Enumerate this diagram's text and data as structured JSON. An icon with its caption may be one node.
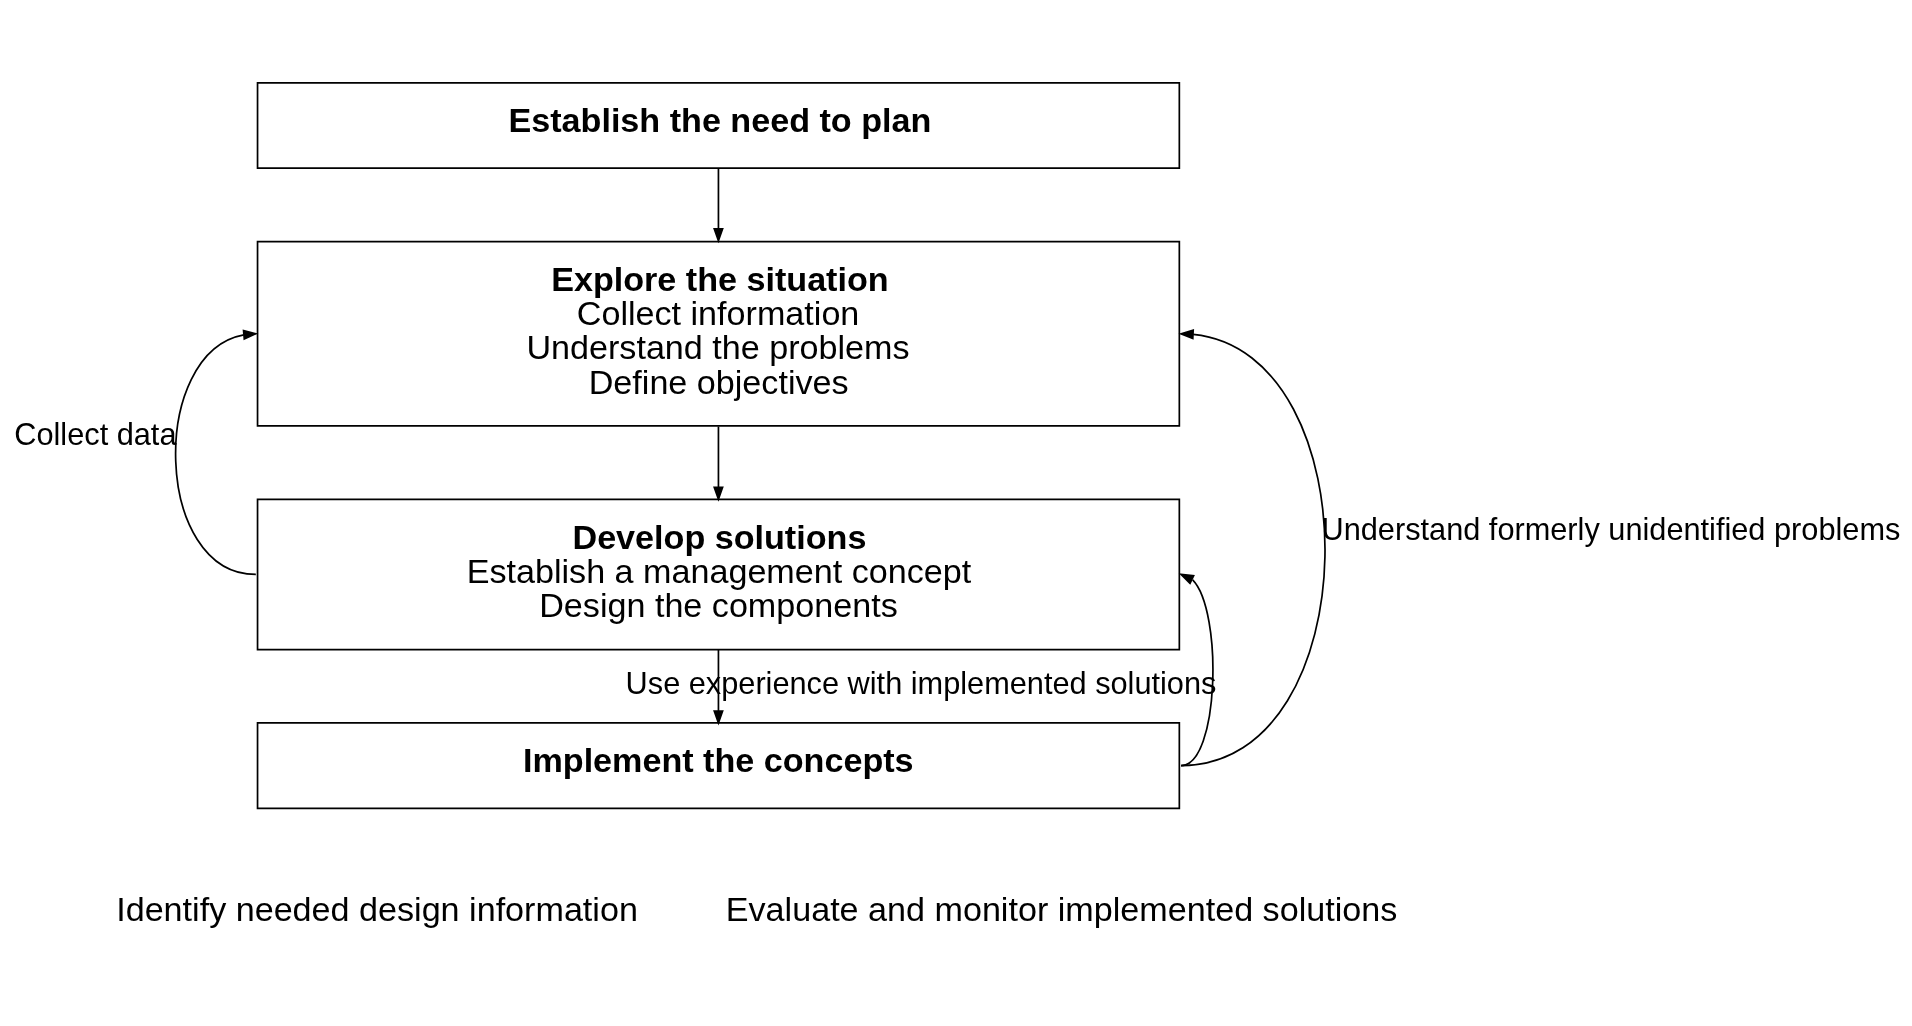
{
  "diagram": {
    "nodes": [
      {
        "text": [
          "Establish the need to plan"
        ]
      },
      {
        "text": [
          "Explore the situation",
          "Collect information",
          "Understand the problems",
          "Define objectives"
        ]
      },
      {
        "text": [
          "Develop solutions",
          "Establish a management concept",
          "Design the components"
        ]
      },
      {
        "text": [
          "Implement the concepts"
        ]
      }
    ],
    "edges": [
      {
        "from": 0,
        "to": 1,
        "arrow": "to"
      },
      {
        "from": 1,
        "to": 2,
        "arrow": "to"
      },
      {
        "from": 2,
        "to": 3,
        "arrow": "to"
      },
      {
        "from": 2,
        "to": 1,
        "arrow": "to",
        "label": "Collect data"
      },
      {
        "from": 3,
        "to": 1,
        "arrow": "to",
        "label": "Understand formerly unidentified problems"
      },
      {
        "from": 3,
        "to": 2,
        "arrow": "to",
        "label": "Use experience with implemented solutions"
      }
    ],
    "labels": [
      "Identify needed design information",
      "Evaluate and monitor implemented solutions"
    ]
  }
}
